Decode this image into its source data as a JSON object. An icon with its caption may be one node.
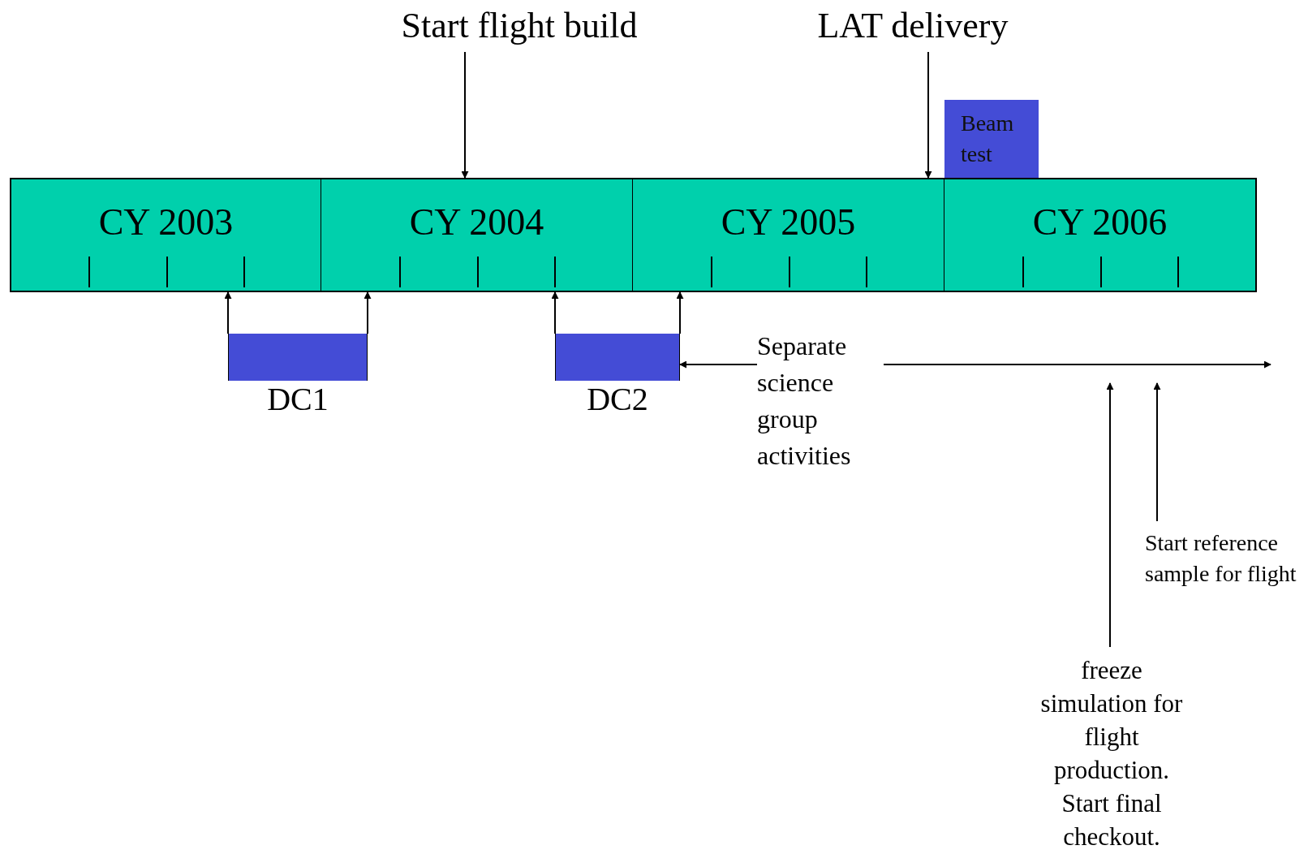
{
  "diagram": {
    "nodes": [
      {
        "text": [
          "Start flight build"
        ]
      },
      {
        "text": [
          "LAT delivery"
        ]
      },
      {
        "text": [
          "Beam test"
        ]
      },
      {
        "text": [
          "CY 2003"
        ]
      },
      {
        "text": [
          "CY 2004"
        ]
      },
      {
        "text": [
          "CY 2005"
        ]
      },
      {
        "text": [
          "CY 2006"
        ]
      },
      {
        "text": [
          "DC1"
        ]
      },
      {
        "text": [
          "DC2"
        ]
      },
      {
        "text": [
          "Separate science group activities"
        ]
      },
      {
        "text": [
          "Start reference sample for flight"
        ]
      },
      {
        "text": [
          "freeze simulation for flight production. Start final checkout."
        ]
      }
    ],
    "edges": [
      {
        "from": 0,
        "to": 4,
        "arrow": "to"
      },
      {
        "from": 1,
        "to": 5,
        "arrow": "to"
      },
      {
        "from": 7,
        "to": 3,
        "arrow": "to"
      },
      {
        "from": 7,
        "to": 4,
        "arrow": "to"
      },
      {
        "from": 8,
        "to": 4,
        "arrow": "to"
      },
      {
        "from": 8,
        "to": 5,
        "arrow": "to"
      },
      {
        "from": 9,
        "to": 8,
        "arrow": "to"
      },
      {
        "from": 9,
        "to": null,
        "arrow": "to"
      },
      {
        "from": 11,
        "to": null,
        "arrow": "to"
      },
      {
        "from": 10,
        "to": null,
        "arrow": "to"
      }
    ]
  }
}
